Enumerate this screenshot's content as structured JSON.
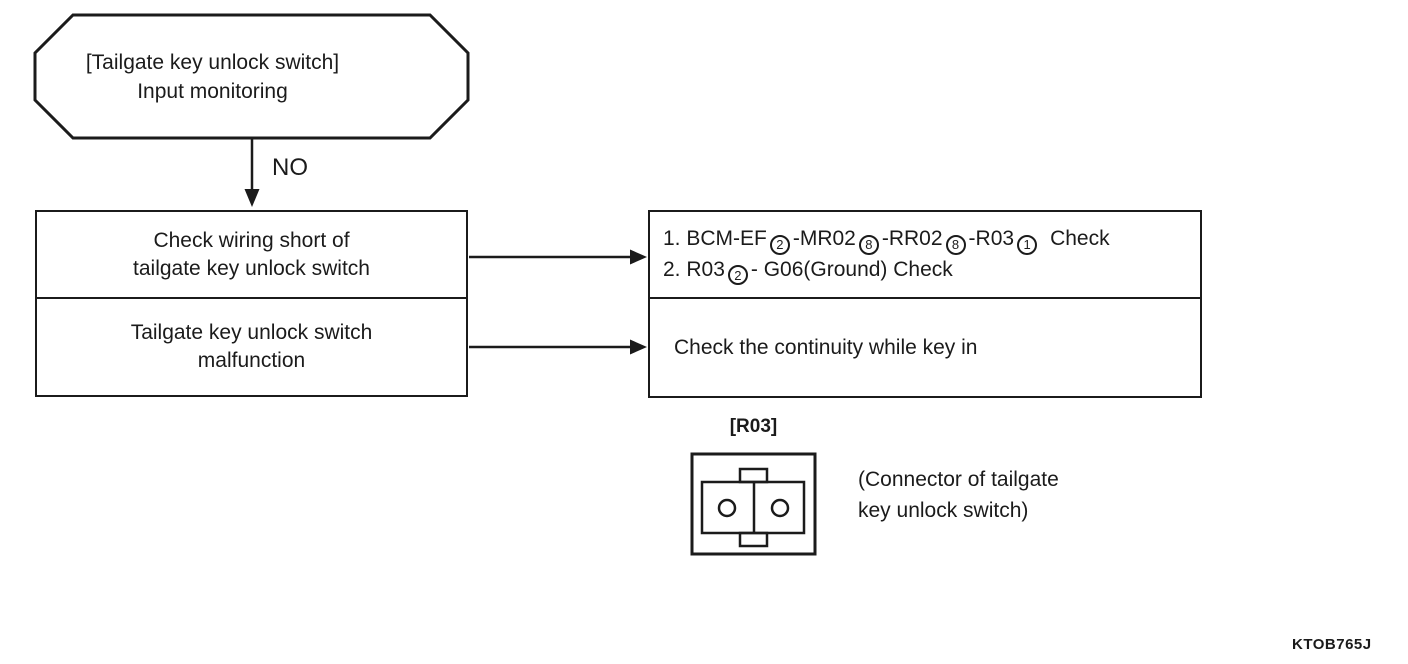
{
  "colors": {
    "ink": "#1b1b1b",
    "background": "#ffffff"
  },
  "flowchart": {
    "start_node": {
      "line1": "[Tailgate key unlock switch]",
      "line2": "Input monitoring"
    },
    "branch_label": "NO",
    "cause_box": {
      "cell1": {
        "line1": "Check wiring short of",
        "line2": "tailgate key unlock switch"
      },
      "cell2": {
        "line1": "Tailgate key unlock switch",
        "line2": "malfunction"
      }
    },
    "action_box": {
      "cell1": {
        "line1_segments": [
          "1. BCM-EF",
          "2",
          "-MR02",
          "8",
          "-RR02",
          "8",
          "-R03",
          "1",
          "Check"
        ],
        "line2_segments": [
          "2. R03",
          "2",
          "- G06(Ground) Check"
        ]
      },
      "cell2": {
        "line1": "Check the continuity while key in"
      }
    },
    "connector": {
      "label": "[R03]",
      "caption_line1": "(Connector of tailgate",
      "caption_line2": "key unlock switch)"
    },
    "figure_code": "KTOB765J"
  }
}
